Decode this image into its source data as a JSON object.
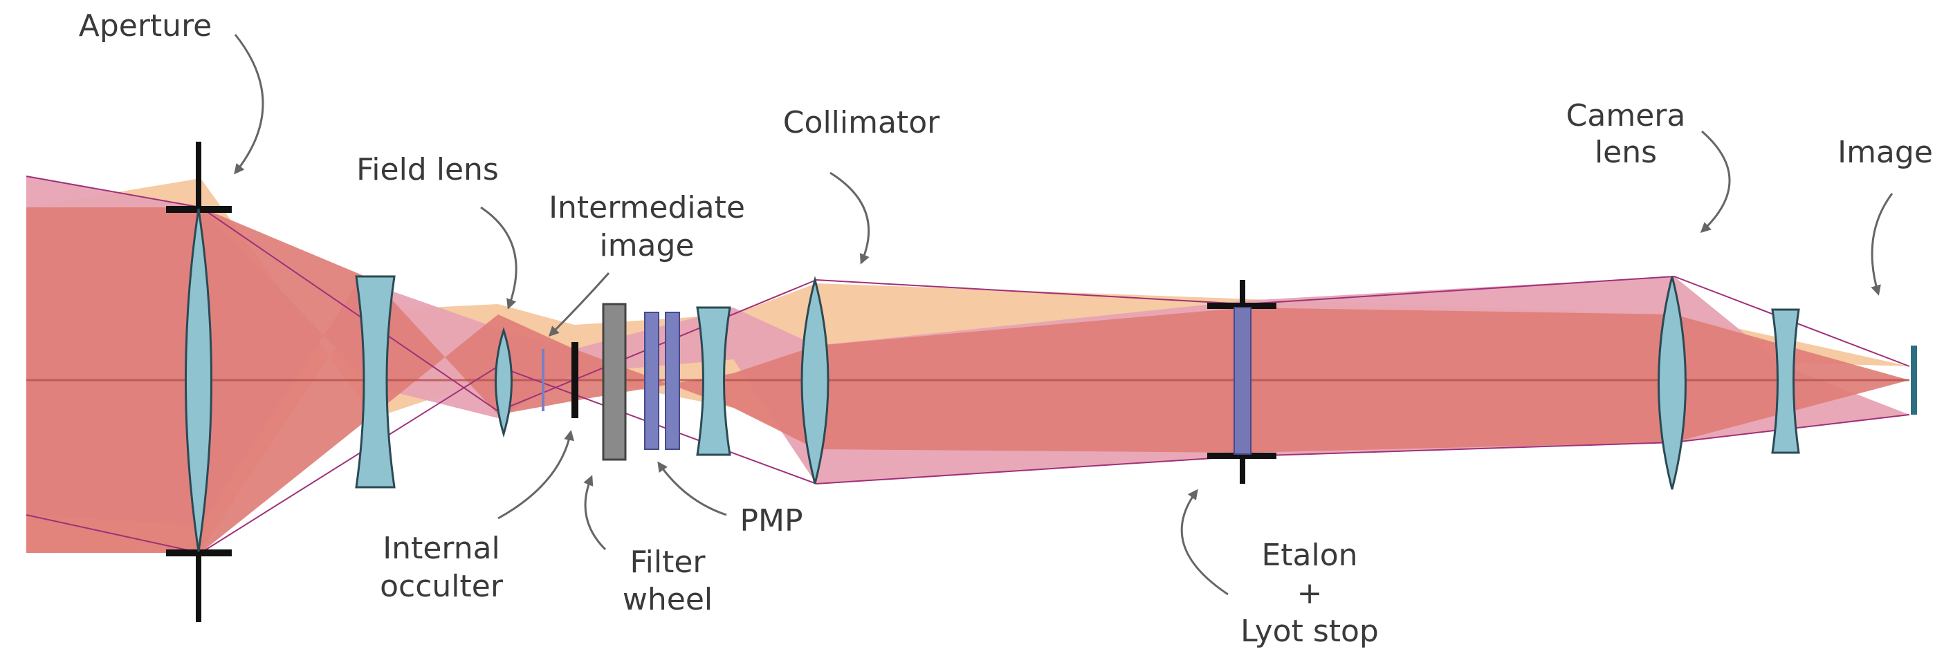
{
  "labels": {
    "aperture": "Aperture",
    "field_lens": "Field lens",
    "intermediate_image_1": "Intermediate",
    "intermediate_image_2": "image",
    "collimator": "Collimator",
    "camera_lens_1": "Camera",
    "camera_lens_2": "lens",
    "image": "Image",
    "internal_occulter_1": "Internal",
    "internal_occulter_2": "occulter",
    "filter_wheel_1": "Filter",
    "filter_wheel_2": "wheel",
    "pmp": "PMP",
    "etalon_1": "Etalon",
    "etalon_2": "+",
    "etalon_3": "Lyot stop"
  },
  "colors": {
    "beam_pink": "#e7a3b3",
    "beam_orange": "#f5c79d",
    "beam_red": "#e07e78",
    "lens_fill": "#8fc3d0",
    "filter_gray": "#8a8a8a",
    "pmp_purple": "#7a7fc0",
    "etalon_purple": "#7578b5",
    "stop_black": "#111111",
    "detector_teal": "#2d6f80"
  }
}
